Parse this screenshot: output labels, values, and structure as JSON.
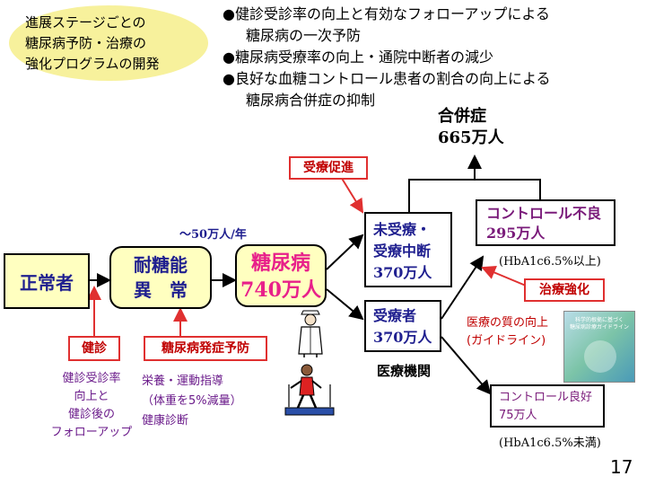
{
  "header": {
    "title_lines": [
      "進展ステージごとの",
      "糖尿病予防・治療の",
      "強化プログラムの開発"
    ],
    "bullets": [
      {
        "line1": "●健診受診率の向上と有効なフォローアップによる",
        "line2": "糖尿病の一次予防"
      },
      {
        "line1": "●糖尿病受療率の向上・通院中断者の減少",
        "line2": ""
      },
      {
        "line1": "●良好な血糖コントロール患者の割合の向上による",
        "line2": "糖尿病合併症の抑制"
      }
    ]
  },
  "complication": {
    "label": "合併症",
    "count": "665万人"
  },
  "stages": {
    "normal": "正常者",
    "igt_line1": "耐糖能",
    "igt_line2": "異　常",
    "diabetes_label": "糖尿病",
    "diabetes_count": "740万人",
    "onset_rate": "～50万人/年"
  },
  "untreated": {
    "line1": "未受療・",
    "line2": "受療中断",
    "count": "370万人"
  },
  "treated": {
    "label": "受療者",
    "count": "370万人"
  },
  "medical_institution": "医療機関",
  "poor_control": {
    "label": "コントロール不良",
    "count": "295万人",
    "note": "(HbA1c6.5%以上)"
  },
  "good_control": {
    "label": "コントロール良好",
    "count": "75万人",
    "note": "(HbA1c6.5%未満)"
  },
  "interventions": {
    "checkup": "健診",
    "checkup_desc": [
      "健診受診率",
      "向上と",
      "健診後の",
      "フォローアップ"
    ],
    "prevention": "糖尿病発症予防",
    "prevention_desc": [
      "栄養・運動指導",
      "（体重を5%減量）",
      "健康診断"
    ],
    "promote": "受療促進",
    "strengthen": "治療強化",
    "quality": [
      "医療の質の向上",
      "(ガイドライン)"
    ]
  },
  "guideline_book": {
    "title_lines": [
      "科学的根拠に基づく",
      "糖尿病診療ガイドライン"
    ]
  },
  "page_number": "17",
  "colors": {
    "yellow_fill": "#ffffc0",
    "highlight": "#e8208a",
    "navy": "#1f1f8f",
    "purple": "#7a1b7a",
    "red": "#e03030",
    "ellipse": "#f7f19c"
  }
}
